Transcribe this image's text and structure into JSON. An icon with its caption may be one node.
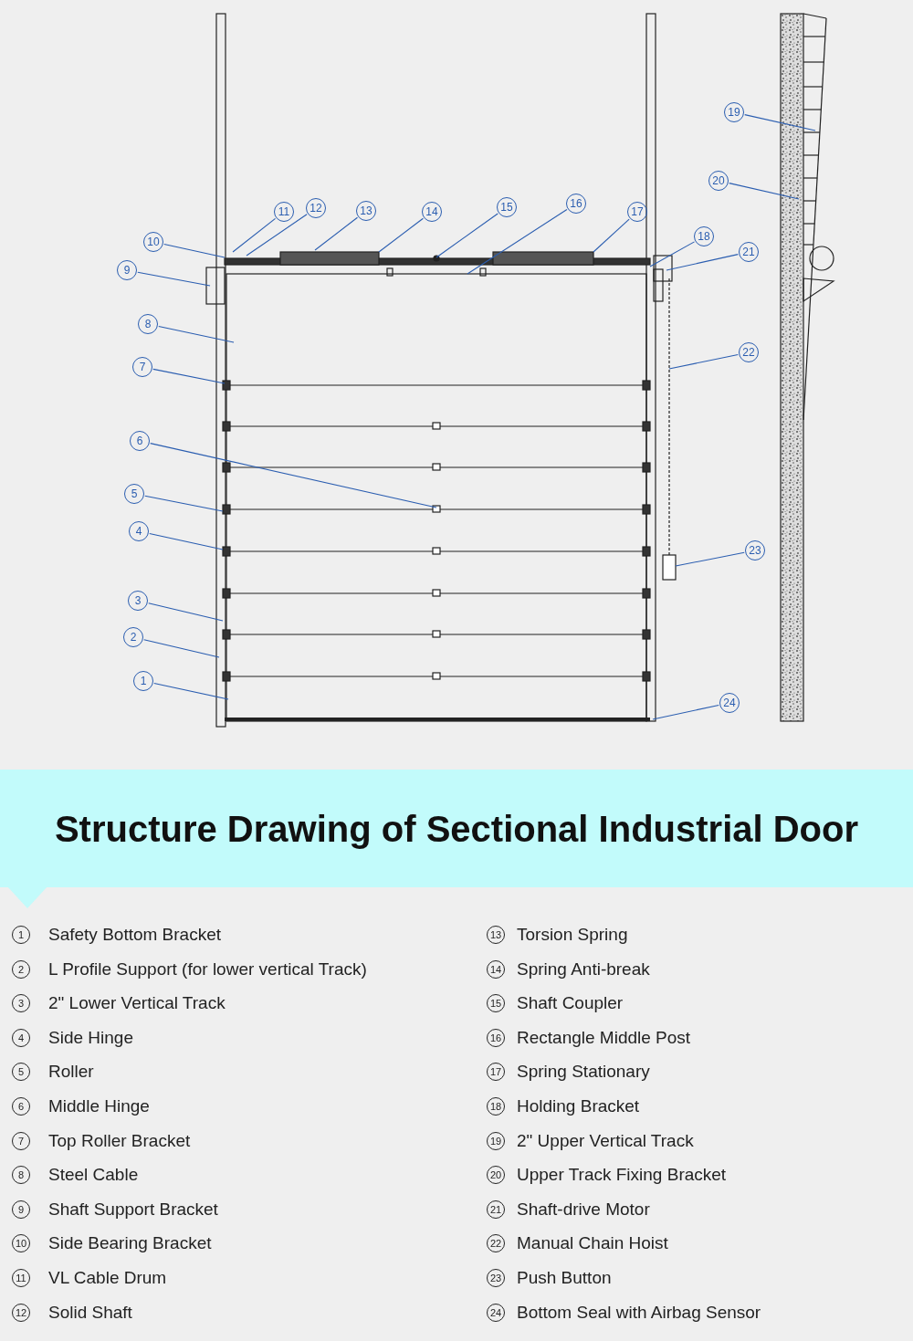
{
  "diagram": {
    "title": "Structure Drawing of Sectional Industrial Door",
    "nodes": [
      {
        "text": [
          "1"
        ]
      },
      {
        "text": [
          "2"
        ]
      },
      {
        "text": [
          "3"
        ]
      },
      {
        "text": [
          "4"
        ]
      },
      {
        "text": [
          "5"
        ]
      },
      {
        "text": [
          "6"
        ]
      },
      {
        "text": [
          "7"
        ]
      },
      {
        "text": [
          "8"
        ]
      },
      {
        "text": [
          "9"
        ]
      },
      {
        "text": [
          "10"
        ]
      },
      {
        "text": [
          "11"
        ]
      },
      {
        "text": [
          "12"
        ]
      },
      {
        "text": [
          "13"
        ]
      },
      {
        "text": [
          "14"
        ]
      },
      {
        "text": [
          "15"
        ]
      },
      {
        "text": [
          "16"
        ]
      },
      {
        "text": [
          "17"
        ]
      },
      {
        "text": [
          "18"
        ]
      },
      {
        "text": [
          "19"
        ]
      },
      {
        "text": [
          "20"
        ]
      },
      {
        "text": [
          "21"
        ]
      },
      {
        "text": [
          "22"
        ]
      },
      {
        "text": [
          "23"
        ]
      },
      {
        "text": [
          "24"
        ]
      }
    ],
    "edges": [
      {
        "from": 0,
        "to": null,
        "arrow": "none"
      },
      {
        "from": 1,
        "to": null,
        "arrow": "none"
      },
      {
        "from": 2,
        "to": null,
        "arrow": "none"
      },
      {
        "from": 3,
        "to": null,
        "arrow": "none"
      },
      {
        "from": 4,
        "to": null,
        "arrow": "none"
      },
      {
        "from": 5,
        "to": null,
        "arrow": "none"
      },
      {
        "from": 6,
        "to": null,
        "arrow": "none"
      },
      {
        "from": 7,
        "to": null,
        "arrow": "none"
      },
      {
        "from": 8,
        "to": null,
        "arrow": "none"
      },
      {
        "from": 9,
        "to": null,
        "arrow": "none"
      },
      {
        "from": 10,
        "to": null,
        "arrow": "none"
      },
      {
        "from": 11,
        "to": null,
        "arrow": "none"
      },
      {
        "from": 12,
        "to": null,
        "arrow": "none"
      },
      {
        "from": 13,
        "to": null,
        "arrow": "none"
      },
      {
        "from": 14,
        "to": null,
        "arrow": "none"
      },
      {
        "from": 15,
        "to": null,
        "arrow": "none"
      },
      {
        "from": 16,
        "to": null,
        "arrow": "none"
      },
      {
        "from": 17,
        "to": null,
        "arrow": "none"
      },
      {
        "from": 18,
        "to": null,
        "arrow": "none"
      },
      {
        "from": 19,
        "to": null,
        "arrow": "none"
      },
      {
        "from": 20,
        "to": null,
        "arrow": "none"
      },
      {
        "from": 21,
        "to": null,
        "arrow": "none"
      },
      {
        "from": 22,
        "to": null,
        "arrow": "none"
      },
      {
        "from": 23,
        "to": null,
        "arrow": "none"
      }
    ],
    "labels": [
      "1",
      "Safety Bottom Bracket",
      "2",
      "L Profile Support (for lower vertical Track)",
      "3",
      "2\" Lower Vertical Track",
      "4",
      "Side Hinge",
      "5",
      "Roller",
      "6",
      "Middle Hinge",
      "7",
      "Top Roller Bracket",
      "8",
      "Steel Cable",
      "9",
      "Shaft Support Bracket",
      "10",
      "Side Bearing Bracket",
      "11",
      "VL Cable Drum",
      "12",
      "Solid Shaft",
      "13",
      "Torsion Spring",
      "14",
      "Spring Anti-break",
      "15",
      "Shaft Coupler",
      "16",
      "Rectangle Middle Post",
      "17",
      "Spring Stationary",
      "18",
      "Holding Bracket",
      "19",
      "2\" Upper Vertical Track",
      "20",
      "Upper Track Fixing Bracket",
      "21",
      "Shaft-drive Motor",
      "22",
      "Manual Chain Hoist",
      "23",
      "Push Button",
      "24",
      "Bottom Seal with Airbag Sensor"
    ]
  }
}
